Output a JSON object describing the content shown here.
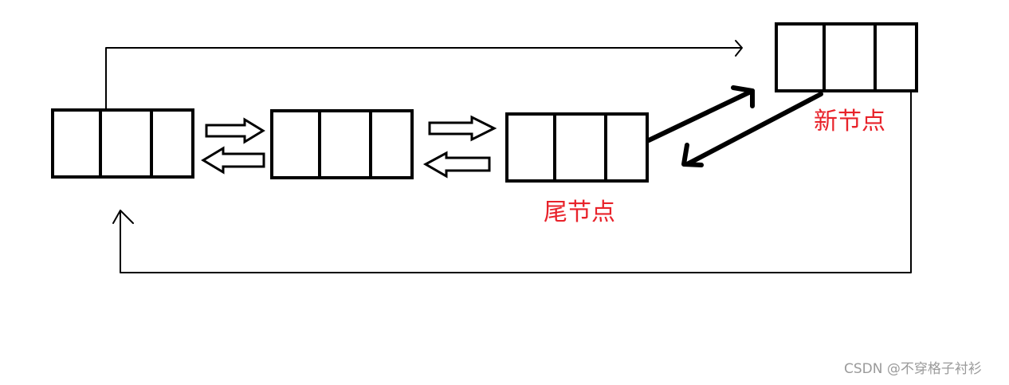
{
  "labels": {
    "tail_node": "尾节点",
    "new_node": "新节点"
  },
  "watermark": "CSDN @不穿格子衬衫",
  "colors": {
    "label": "#e8222a",
    "watermark": "#9a9a9a",
    "line": "#000000"
  }
}
